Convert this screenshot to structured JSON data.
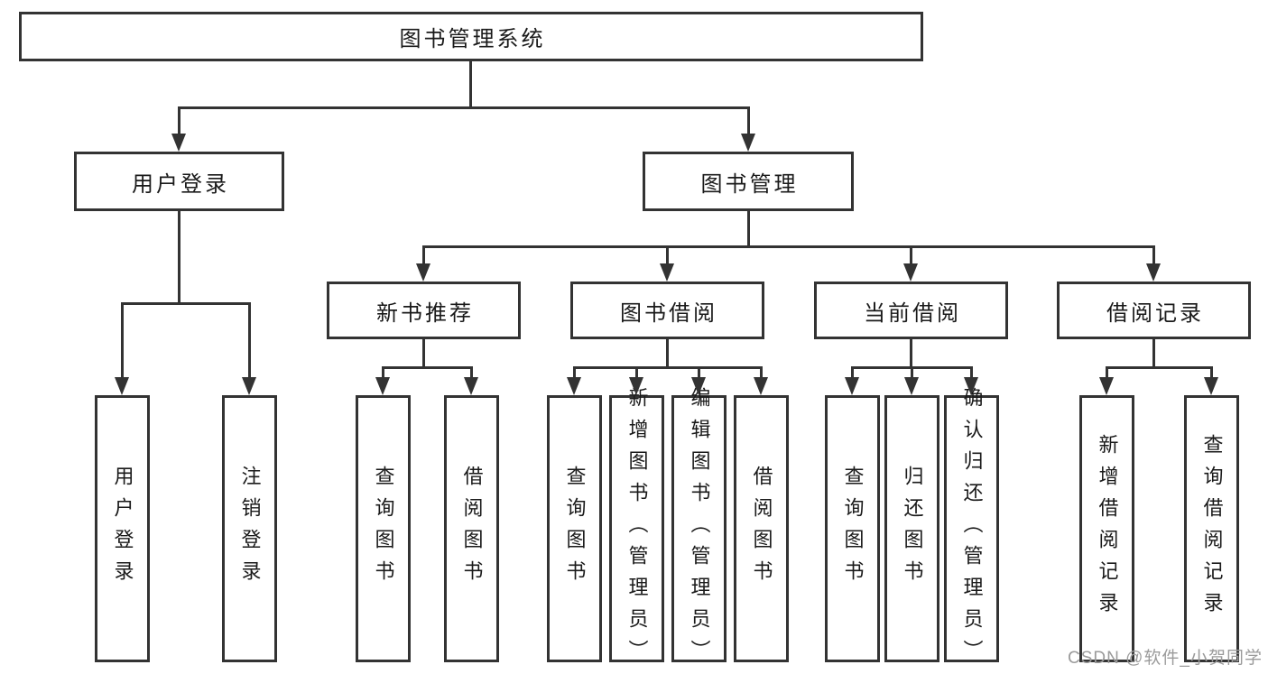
{
  "diagram": {
    "root": {
      "label": "图书管理系统"
    },
    "level2": {
      "user_login": {
        "label": "用户登录"
      },
      "book_management": {
        "label": "图书管理"
      }
    },
    "level3": {
      "new_book_recommend": {
        "label": "新书推荐"
      },
      "book_borrowing": {
        "label": "图书借阅"
      },
      "current_borrowing": {
        "label": "当前借阅"
      },
      "borrowing_records": {
        "label": "借阅记录"
      }
    },
    "leaves": {
      "user_login": {
        "label": "用户登录"
      },
      "logout": {
        "label": "注销登录"
      },
      "query_book_recommend": {
        "label": "查询图书"
      },
      "borrow_book_recommend": {
        "label": "借阅图书"
      },
      "query_book_borrowing": {
        "label": "查询图书"
      },
      "add_book_admin": {
        "label": "新增图书（管理员）"
      },
      "edit_book_admin": {
        "label": "编辑图书（管理员）"
      },
      "borrow_book_borrowing": {
        "label": "借阅图书"
      },
      "query_book_current": {
        "label": "查询图书"
      },
      "return_book": {
        "label": "归还图书"
      },
      "confirm_return_admin": {
        "label": "确认归还（管理员）"
      },
      "add_borrow_record": {
        "label": "新增借阅记录"
      },
      "query_borrow_record": {
        "label": "查询借阅记录"
      }
    },
    "watermark": "CSDN @软件_小贺同学",
    "colors": {
      "line": "#333333",
      "text": "#1a1a1a",
      "watermark": "#9b9b9b",
      "background": "#ffffff"
    }
  }
}
